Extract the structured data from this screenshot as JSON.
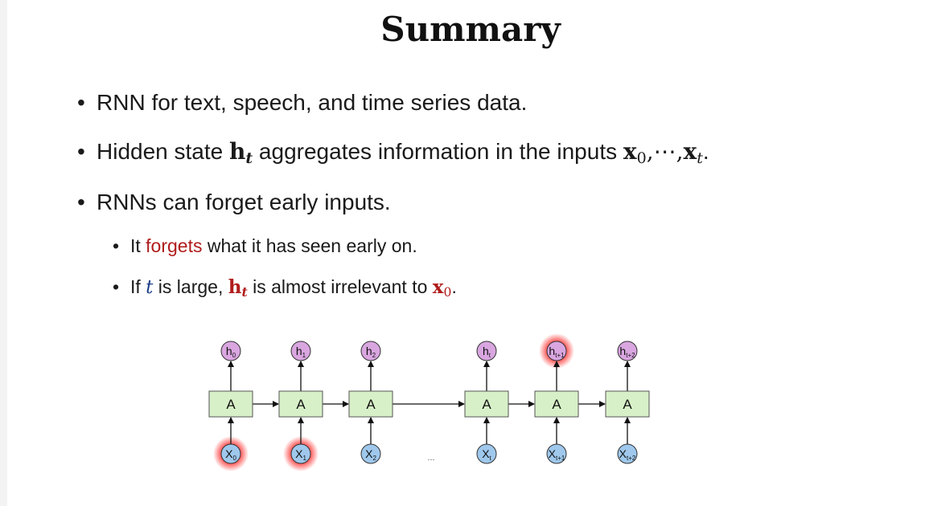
{
  "title": "Summary",
  "bullets": [
    {
      "text": "RNN for text, speech, and time series data."
    },
    {
      "prefix": "Hidden state ",
      "h": "h",
      "h_sub": "t",
      "middle": " aggregates information in the inputs ",
      "x": "x",
      "x0_sub": "0",
      "sep": ",⋯,",
      "xt_sub": "t",
      "end": "."
    },
    {
      "text": "RNNs can forget early inputs."
    }
  ],
  "sub_bullets": [
    {
      "before": "It ",
      "highlight": "forgets",
      "after": " what it has seen early on."
    },
    {
      "before": "If ",
      "t": "t",
      "mid1": " is large, ",
      "h": "h",
      "h_sub": "t",
      "mid2": " is almost irrelevant to ",
      "x": "x",
      "x_sub": "0",
      "end": "."
    }
  ],
  "diagram": {
    "cell_label": "A",
    "ellipsis": "...",
    "columns": [
      {
        "h": "h",
        "h_sub": "0",
        "x": "X",
        "x_sub": "0"
      },
      {
        "h": "h",
        "h_sub": "1",
        "x": "X",
        "x_sub": "1"
      },
      {
        "h": "h",
        "h_sub": "2",
        "x": "X",
        "x_sub": "2"
      },
      {
        "h": "h",
        "h_sub": "t",
        "x": "X",
        "x_sub": "t"
      },
      {
        "h": "h",
        "h_sub": "t+1",
        "x": "X",
        "x_sub": "t+1"
      },
      {
        "h": "h",
        "h_sub": "t+2",
        "x": "X",
        "x_sub": "t+2"
      }
    ],
    "colors": {
      "h_fill": "#d9a6e0",
      "x_fill": "#9fc8ec",
      "cell_fill": "#d8f0c8",
      "glow": "#ff2a2a"
    }
  }
}
